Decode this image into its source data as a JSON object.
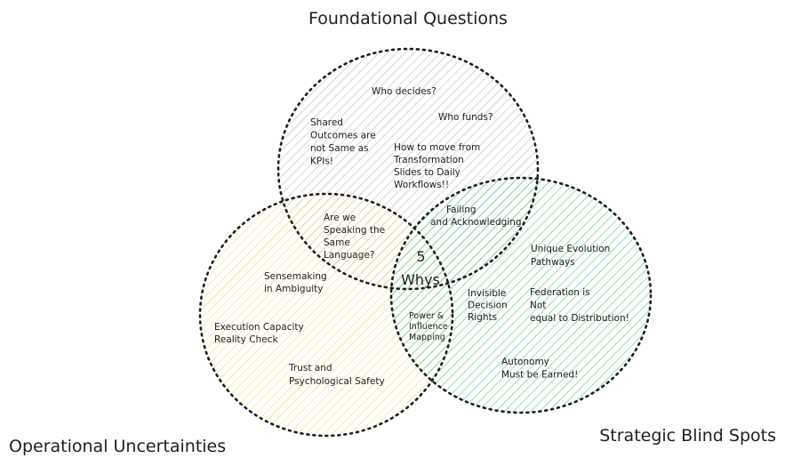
{
  "diagram": {
    "type": "venn",
    "center_label": [
      "5",
      "Whys"
    ],
    "sets": [
      {
        "id": "top",
        "title": "Foundational Questions",
        "color": "#b9b9b9",
        "notes": [
          [
            "Who decides?"
          ],
          [
            "Who funds?"
          ],
          [
            "Shared",
            "Outcomes are",
            "not Same as",
            "KPIs!"
          ],
          [
            "How to move from",
            "Transformation",
            "Slides to Daily",
            "Workflows!!"
          ]
        ]
      },
      {
        "id": "left",
        "title": "Operational Uncertainties",
        "color": "#ecd95a",
        "notes": [
          [
            "Sensemaking",
            "in Ambiguity"
          ],
          [
            "Execution Capacity",
            "Reality Check"
          ],
          [
            "Trust and",
            "Psychological Safety"
          ]
        ]
      },
      {
        "id": "right",
        "title": "Strategic Blind Spots",
        "color": "#3cc47a",
        "notes": [
          [
            "Unique Evolution",
            "Pathways"
          ],
          [
            "Federation is",
            "Not",
            "equal to Distribution!"
          ],
          [
            "Autonomy",
            "Must be Earned!"
          ]
        ]
      }
    ],
    "intersections": {
      "top_left": [
        "Are we",
        "Speaking the",
        "Same",
        "Language?"
      ],
      "top_right": [
        "Failing",
        "and Acknowledging"
      ],
      "left_right": [
        "Power &",
        "Influence",
        "Mapping"
      ],
      "right_near_center": [
        "Invisible",
        "Decision",
        "Rights"
      ]
    },
    "stroke_color": "#1e1e1e"
  }
}
